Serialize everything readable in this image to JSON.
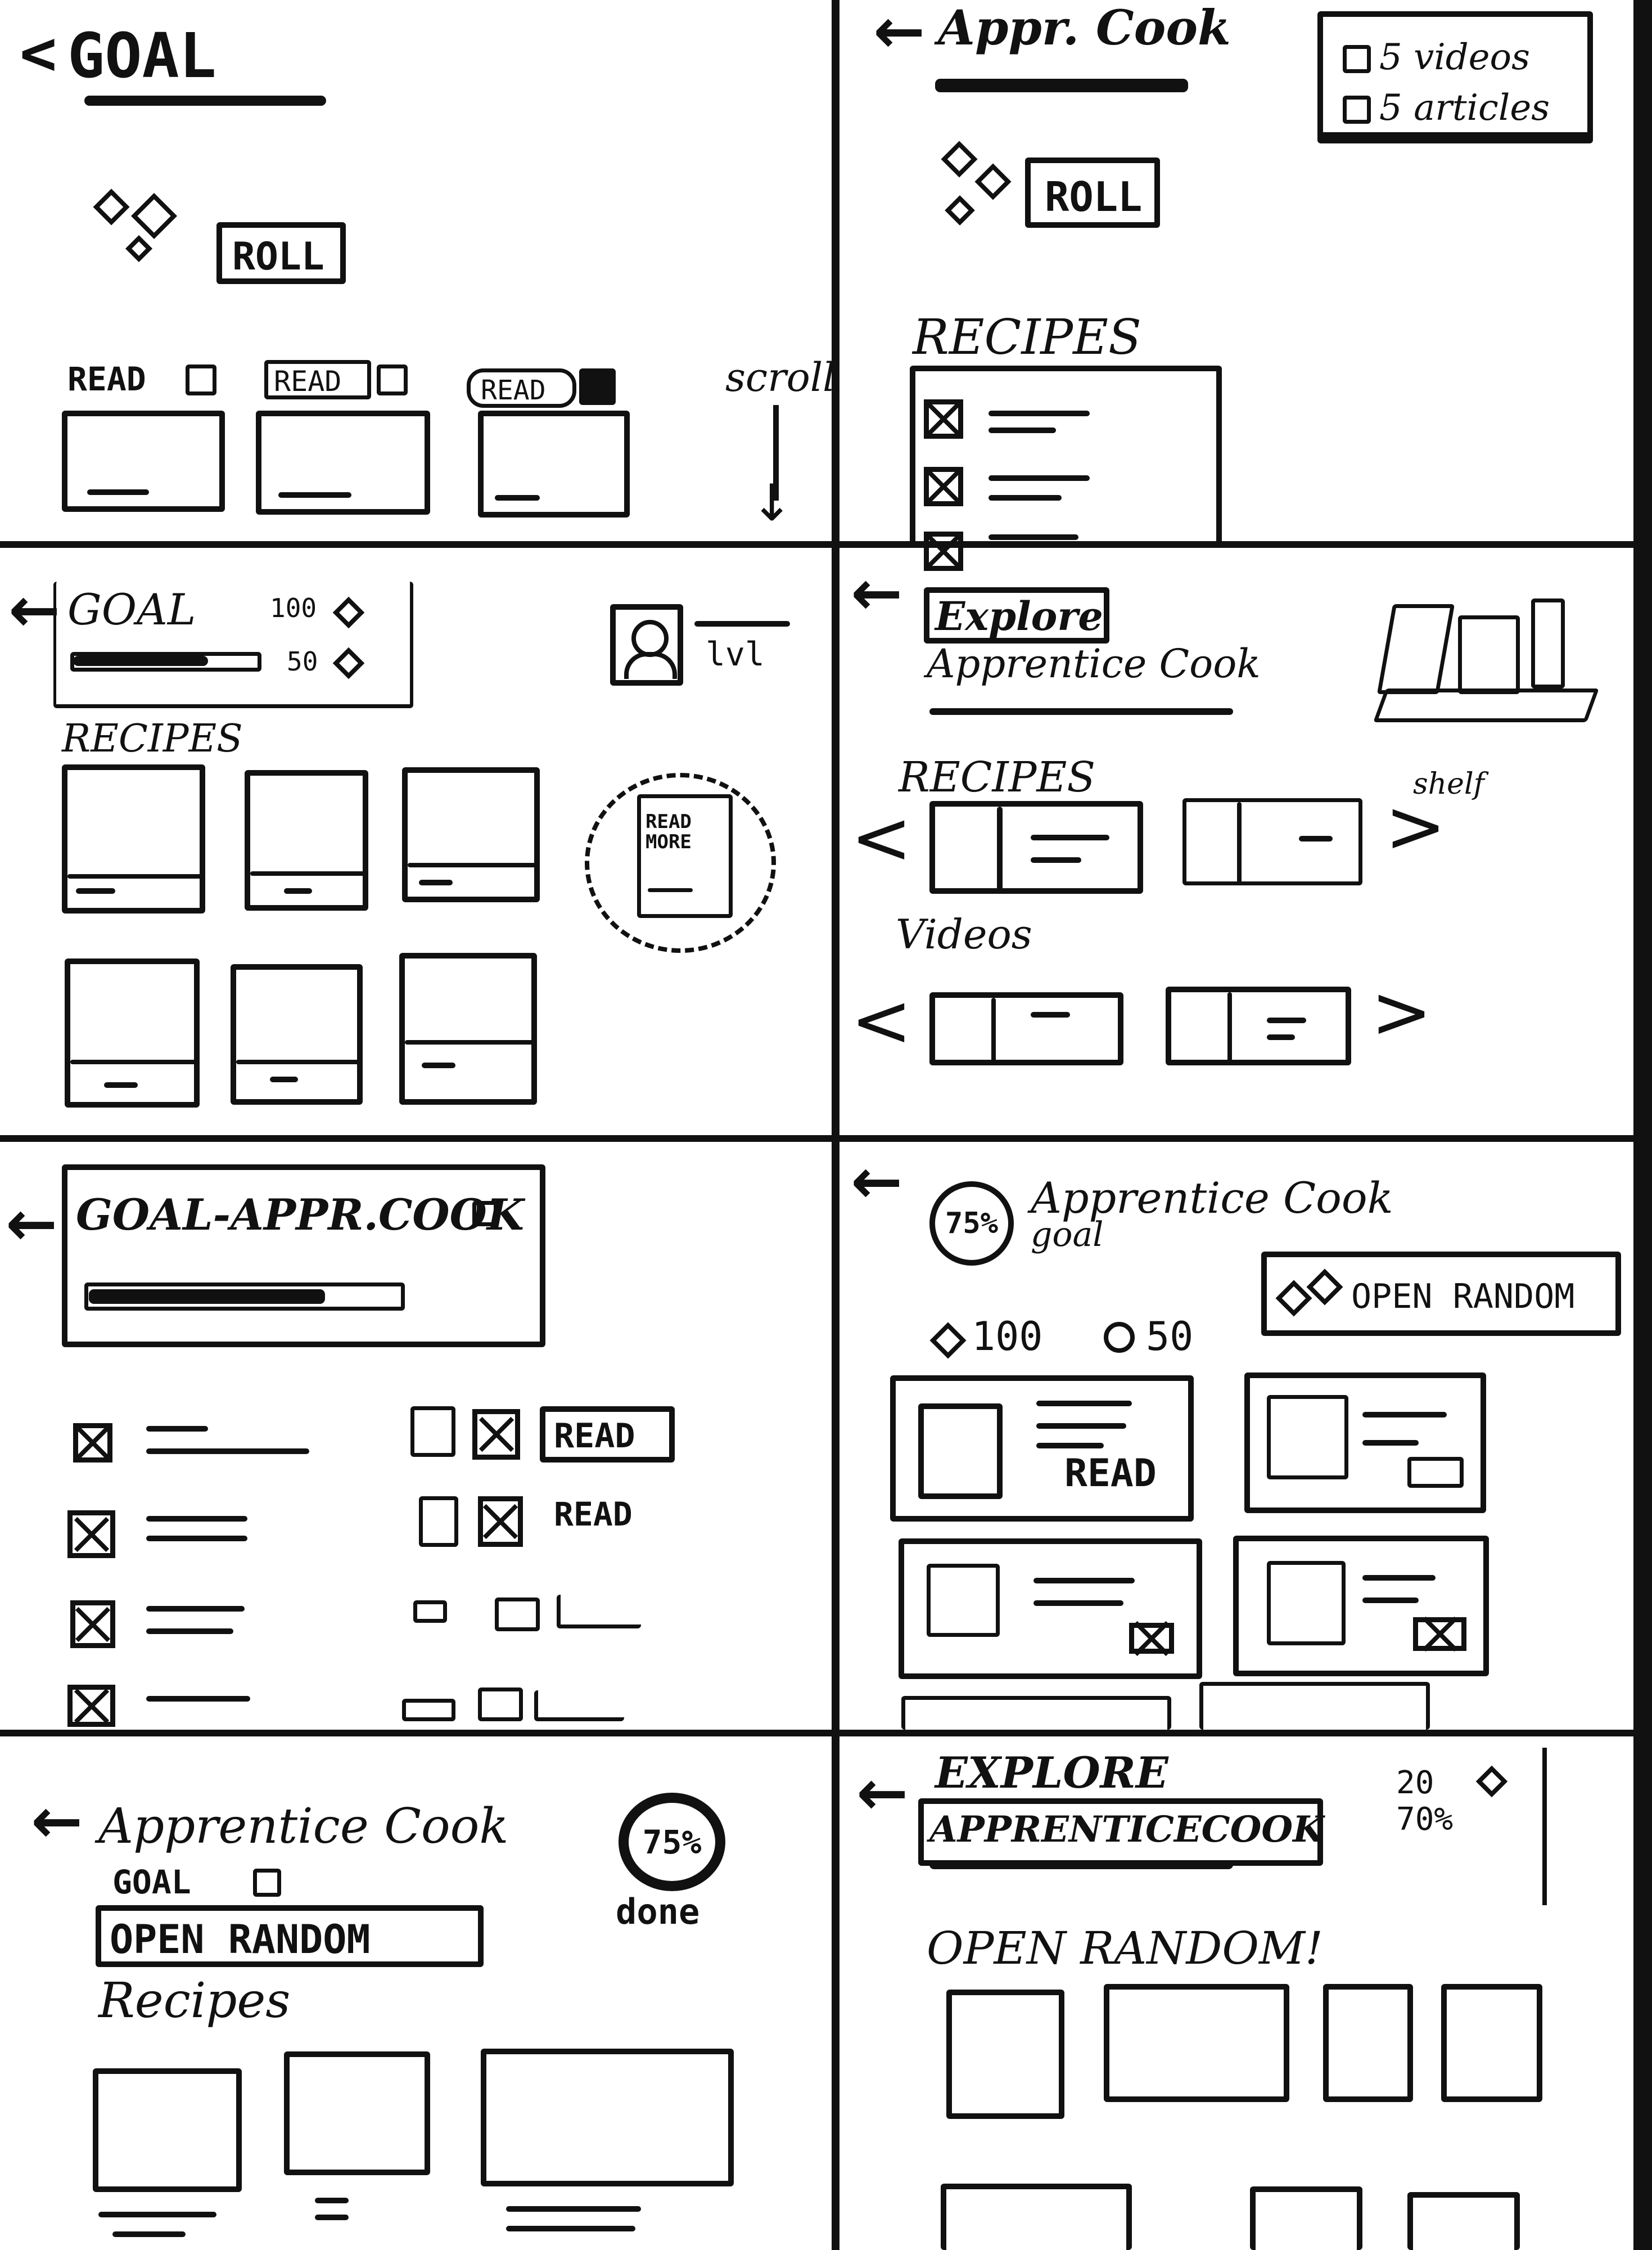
{
  "panels": {
    "p1": {
      "back": "<",
      "title": "GOAL",
      "roll": "ROLL",
      "read": "READ",
      "scroll": "scroll"
    },
    "p2": {
      "back": "←",
      "title": "Appr. Cook",
      "roll": "ROLL",
      "filter_videos": "5 videos",
      "filter_articles": "5 articles",
      "section": "RECIPES"
    },
    "p3": {
      "back": "←",
      "title": "GOAL",
      "stat1": "100",
      "stat2": "50",
      "level": "lvl",
      "section": "RECIPES",
      "read_more": "READ MORE"
    },
    "p4": {
      "back": "←",
      "crumb": "Explore",
      "title": "Apprentice Cook",
      "section_recipes": "RECIPES",
      "section_videos": "Videos",
      "shelf_label": "shelf",
      "prev": "<",
      "next": ">"
    },
    "p5": {
      "back": "←",
      "title": "GOAL-APPR.COOK",
      "read": "READ"
    },
    "p6": {
      "back": "←",
      "percent": "75%",
      "title_line1": "Apprentice Cook",
      "title_line2": "goal",
      "stat1": "100",
      "stat2": "50",
      "open_random": "OPEN RANDOM",
      "read": "READ"
    },
    "p7": {
      "back": "←",
      "title": "Apprentice Cook",
      "subtitle": "GOAL",
      "open_random": "OPEN RANDOM",
      "percent": "75%",
      "done": "done",
      "section": "Recipes"
    },
    "p8": {
      "back": "←",
      "crumb": "EXPLORE",
      "title": "APPRENTICECOOK",
      "stat1": "20",
      "stat2": "70%",
      "open_random": "OPEN RANDOM!"
    }
  }
}
